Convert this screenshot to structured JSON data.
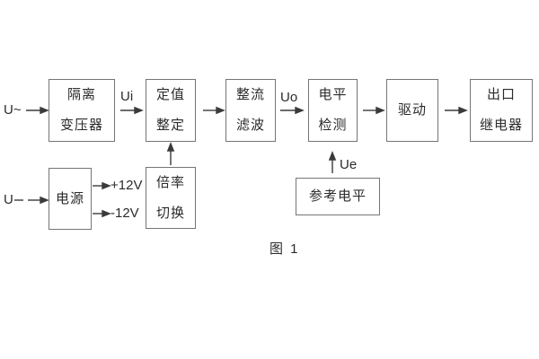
{
  "figure": {
    "caption": "图 1",
    "type": "relay-circuit-block-diagram",
    "colors": {
      "background": "#ffffff",
      "box_border": "#757575",
      "wire": "#3a3a3a",
      "text": "#2b2b2b"
    }
  },
  "blocks": {
    "isolation_transformer": {
      "line1": "隔离",
      "line2": "变压器"
    },
    "setting_adjust": {
      "line1": "定值",
      "line2": "整定"
    },
    "rectifier_filter": {
      "line1": "整流",
      "line2": "滤波"
    },
    "level_detect": {
      "line1": "电平",
      "line2": "检测"
    },
    "driver": {
      "line1": "驱动"
    },
    "output_relay": {
      "line1": "出口",
      "line2": "继电器"
    },
    "power_supply": {
      "line1": "电源"
    },
    "ratio_switch": {
      "line1": "倍率",
      "line2": "切换"
    },
    "reference_level": {
      "line1": "参考电平"
    }
  },
  "labels": {
    "ac_input": "U~",
    "dc_input": "U",
    "ui": "Ui",
    "uo": "Uo",
    "ue": "Ue",
    "plus_12v": "+12V",
    "minus_12v": "-12V"
  }
}
